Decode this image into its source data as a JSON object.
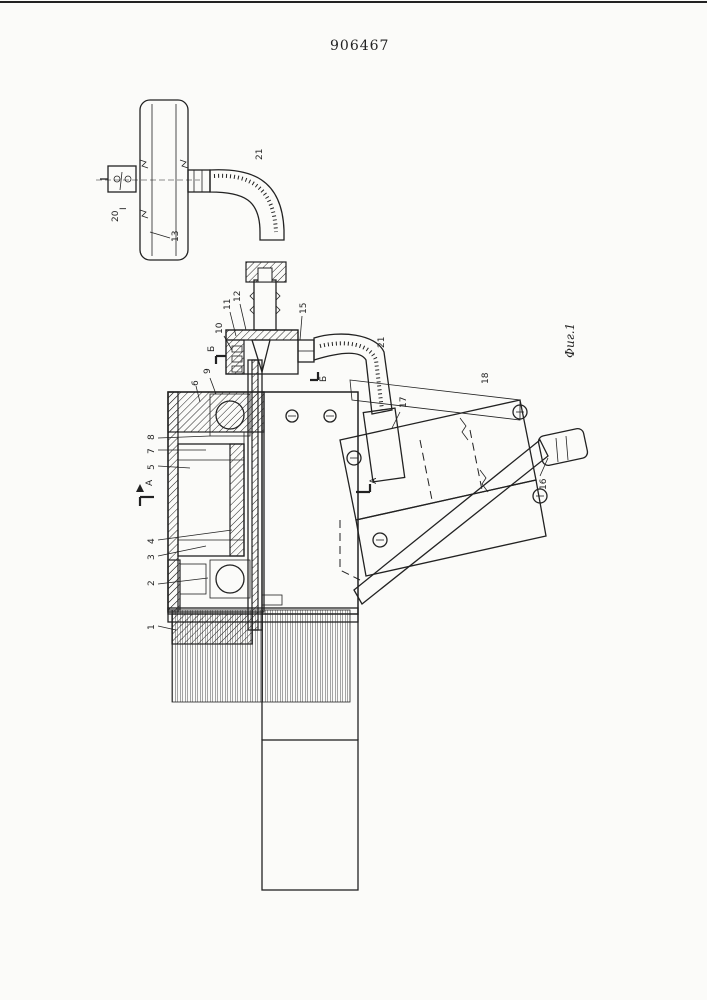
{
  "document": {
    "patent_number": "906467",
    "figure_caption": "Фиг.1"
  },
  "callouts": {
    "c1": "1",
    "c2": "2",
    "c3": "3",
    "c4": "4",
    "c5": "5",
    "c6": "6",
    "c7": "7",
    "c8": "8",
    "c9": "9",
    "c10": "10",
    "c11": "11",
    "c12": "12",
    "c13": "13",
    "c15": "15",
    "c16": "16",
    "c17": "17",
    "c18": "18",
    "c20": "20",
    "c21a": "21",
    "c21b": "21",
    "sectionA_top": "А",
    "sectionA_bottom": "А",
    "sectionB_top": "Б",
    "sectionB_bottom": "Б",
    "detail_I": "I"
  }
}
